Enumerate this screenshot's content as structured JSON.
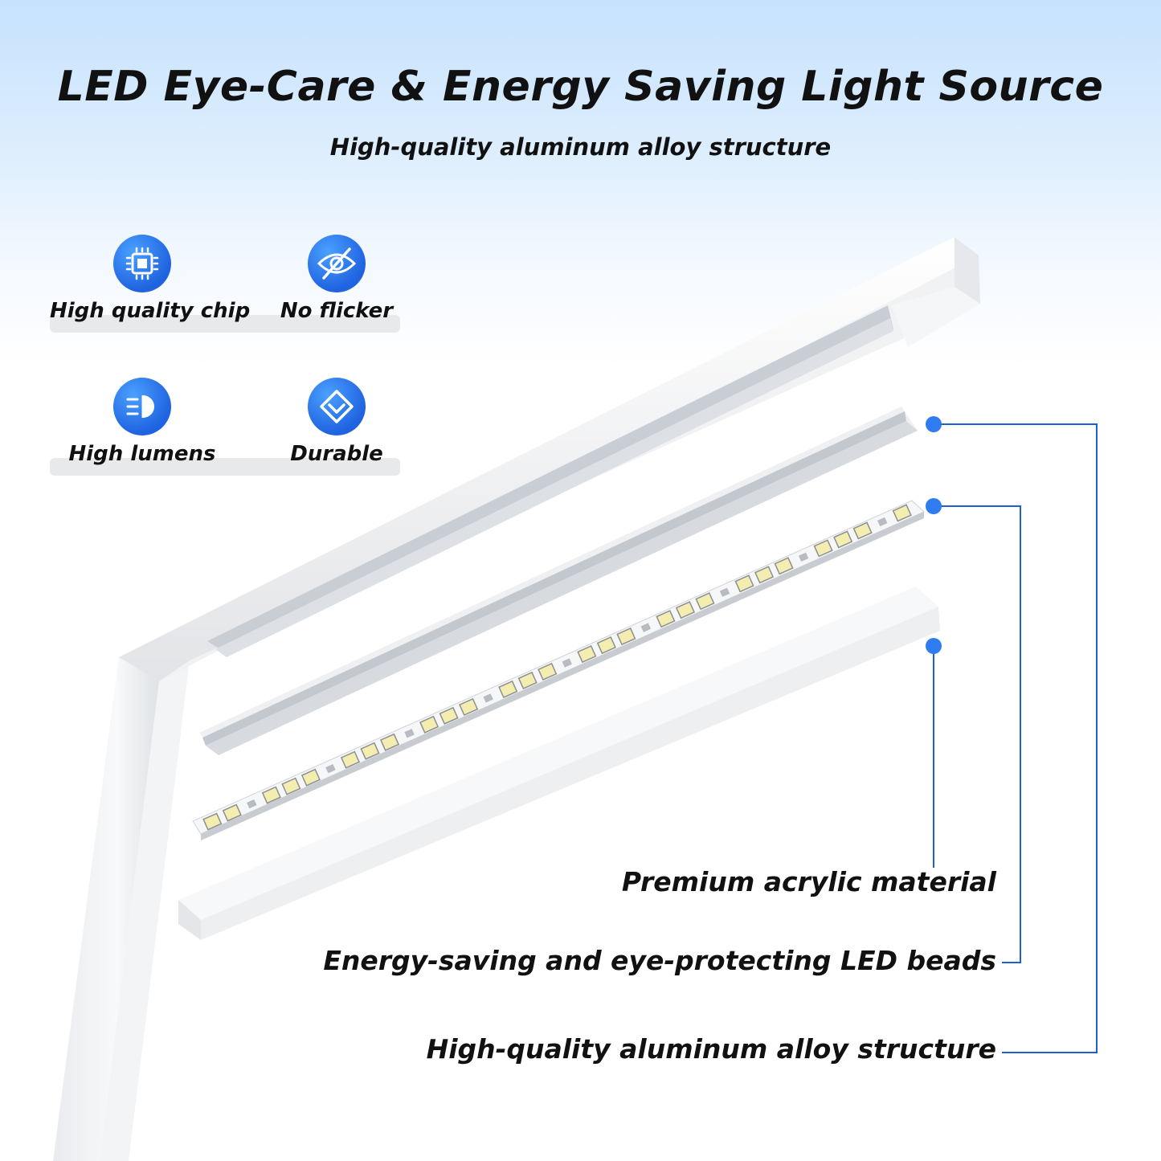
{
  "header": {
    "title": "LED Eye-Care & Energy Saving Light Source",
    "subtitle": "High-quality aluminum alloy structure"
  },
  "features": [
    {
      "label": "High quality chip",
      "icon": "chip-icon"
    },
    {
      "label": "No flicker",
      "icon": "eye-slash-icon"
    },
    {
      "label": "High lumens",
      "icon": "light-beam-icon"
    },
    {
      "label": "Durable",
      "icon": "diamond-icon"
    }
  ],
  "callouts": [
    {
      "label": "Premium acrylic material"
    },
    {
      "label": "Energy-saving and eye-protecting LED beads"
    },
    {
      "label": "High-quality aluminum alloy structure"
    }
  ],
  "colors": {
    "accent": "#1f63e0",
    "leader_line": "#1d5fd6",
    "background_top": "#c6e2fd"
  }
}
